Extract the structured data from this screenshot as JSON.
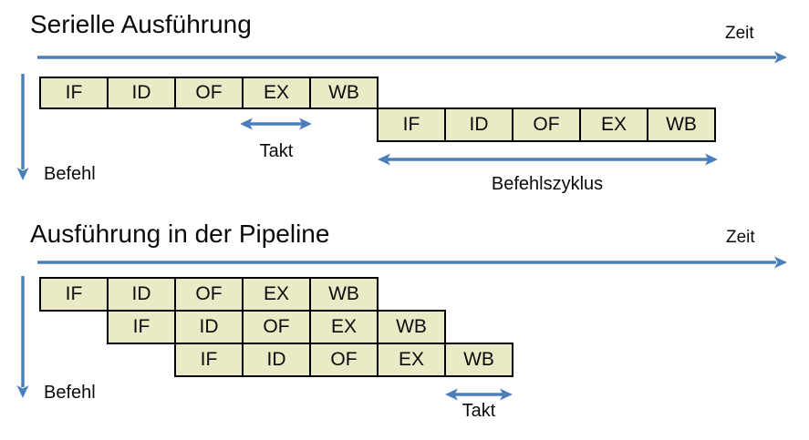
{
  "colors": {
    "arrow_blue": "#4A7EBB",
    "box_fill": "#EAEBC6",
    "box_border": "#000000",
    "text": "#0A0A0A",
    "background": "#FFFFFF"
  },
  "serial": {
    "title": "Serielle Ausführung",
    "zeit_label": "Zeit",
    "befehl_label": "Befehl",
    "takt_label": "Takt",
    "cycle_label": "Befehlszyklus",
    "rows": [
      [
        "IF",
        "ID",
        "OF",
        "EX",
        "WB"
      ],
      [
        "IF",
        "ID",
        "OF",
        "EX",
        "WB"
      ]
    ]
  },
  "pipeline": {
    "title": "Ausführung in der Pipeline",
    "zeit_label": "Zeit",
    "befehl_label": "Befehl",
    "takt_label": "Takt",
    "rows": [
      [
        "IF",
        "ID",
        "OF",
        "EX",
        "WB"
      ],
      [
        "IF",
        "ID",
        "OF",
        "EX",
        "WB"
      ],
      [
        "IF",
        "ID",
        "OF",
        "EX",
        "WB"
      ]
    ]
  }
}
